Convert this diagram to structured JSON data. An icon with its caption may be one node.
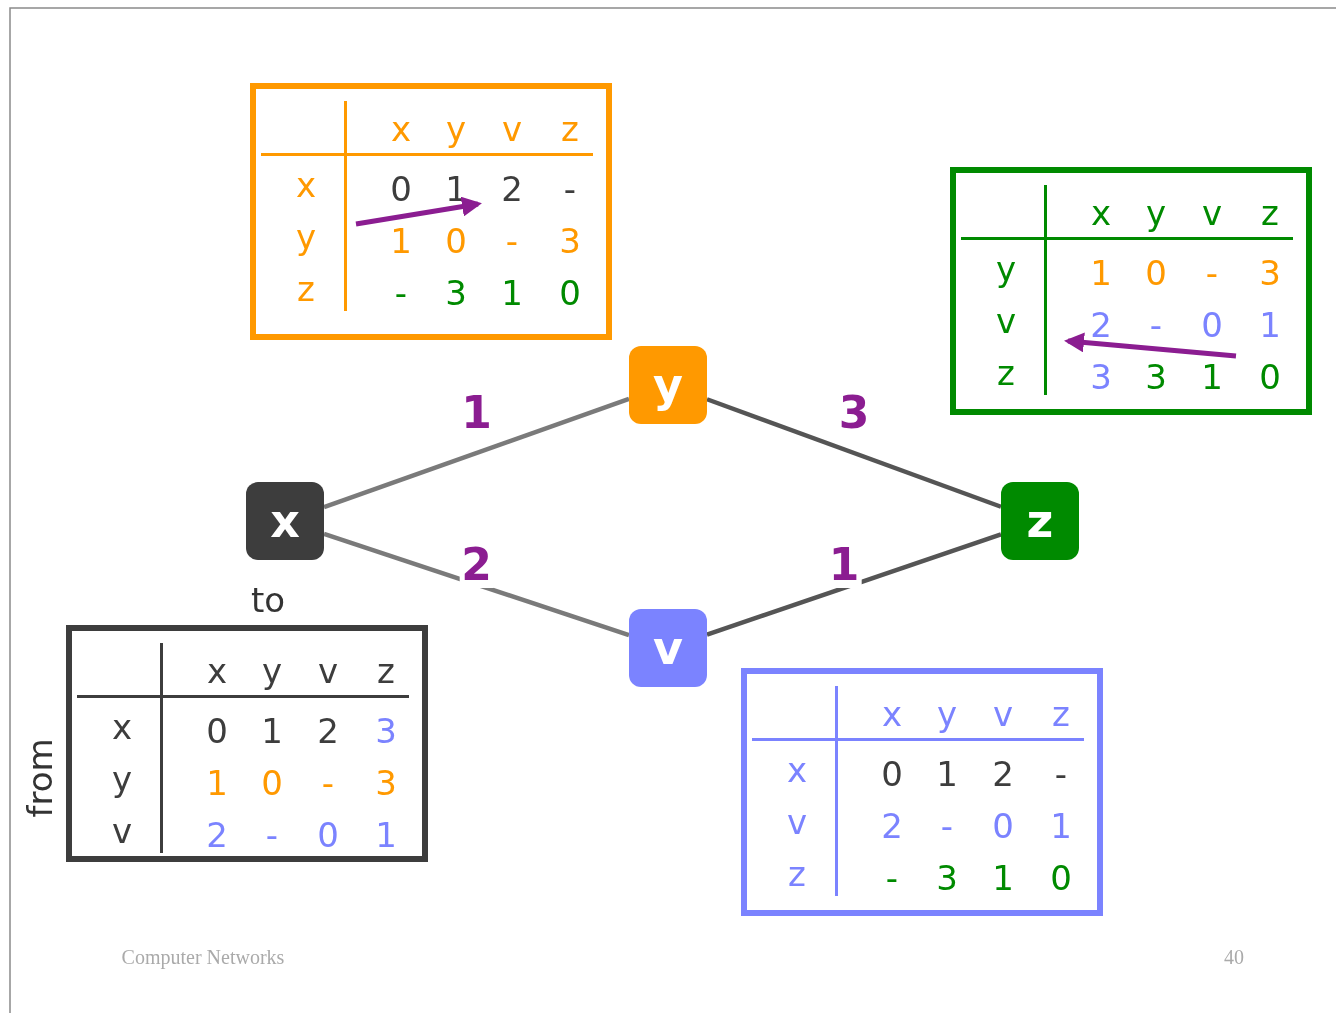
{
  "diagram": {
    "nodes": [
      {
        "text": [
          "x"
        ]
      },
      {
        "text": [
          "y"
        ]
      },
      {
        "text": [
          "v"
        ]
      },
      {
        "text": [
          "z"
        ]
      },
      {
        "text": [
          "x",
          "y",
          "v",
          "z",
          "x",
          "0",
          "1",
          "2",
          "-",
          "y",
          "1",
          "0",
          "-",
          "3",
          "z",
          "-",
          "3",
          "1",
          "0"
        ]
      },
      {
        "text": [
          "x",
          "y",
          "v",
          "z",
          "y",
          "1",
          "0",
          "-",
          "3",
          "v",
          "2",
          "-",
          "0",
          "1",
          "z",
          "3",
          "3",
          "1",
          "0"
        ]
      },
      {
        "text": [
          "x",
          "y",
          "v",
          "z",
          "x",
          "0",
          "1",
          "2",
          "3",
          "y",
          "1",
          "0",
          "-",
          "3",
          "v",
          "2",
          "-",
          "0",
          "1"
        ],
        "beside": [
          "to",
          "from"
        ]
      },
      {
        "text": [
          "x",
          "y",
          "v",
          "z",
          "x",
          "0",
          "1",
          "2",
          "-",
          "v",
          "2",
          "-",
          "0",
          "1",
          "z",
          "-",
          "3",
          "1",
          "0"
        ]
      }
    ],
    "edges": [
      {
        "from": 0,
        "to": 1,
        "arrow": "none",
        "label": "1"
      },
      {
        "from": 1,
        "to": 3,
        "arrow": "none",
        "label": "3"
      },
      {
        "from": 0,
        "to": 2,
        "arrow": "none",
        "label": "2"
      },
      {
        "from": 2,
        "to": 3,
        "arrow": "none",
        "label": "1"
      }
    ],
    "labels": [
      "Computer Networks",
      "40"
    ]
  }
}
